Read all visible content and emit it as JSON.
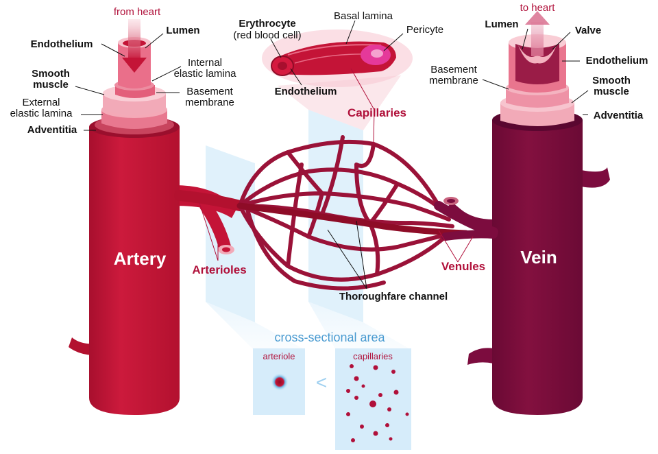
{
  "colors": {
    "artery": "#c41437",
    "artery_dark": "#8e0c27",
    "vein": "#7c0c3e",
    "vein_dark": "#5a0730",
    "capillary": "#9a1238",
    "pink_light": "#f6b8c3",
    "pink_mid": "#ec7f97",
    "panel": "#d6ecfa",
    "label_red": "#b0103a",
    "label_blue": "#4a9bd1"
  },
  "artery": {
    "name": "Artery",
    "flow": "from heart",
    "labels": {
      "endothelium": "Endothelium",
      "lumen": "Lumen",
      "internal_1": "Internal",
      "internal_2": "elastic lamina",
      "smooth_1": "Smooth",
      "smooth_2": "muscle",
      "basement_1": "Basement",
      "basement_2": "membrane",
      "external_1": "External",
      "external_2": "elastic lamina",
      "adventitia": "Adventitia"
    }
  },
  "capillary": {
    "erythrocyte": "Erythrocyte",
    "erythrocyte_sub": "(red blood cell)",
    "basal_lamina": "Basal lamina",
    "pericyte": "Pericyte",
    "endothelium": "Endothelium",
    "capillaries": "Capillaries"
  },
  "vein": {
    "name": "Vein",
    "flow": "to heart",
    "labels": {
      "lumen": "Lumen",
      "valve": "Valve",
      "endothelium": "Endothelium",
      "basement_1": "Basement",
      "basement_2": "membrane",
      "smooth_1": "Smooth",
      "smooth_2": "muscle",
      "adventitia": "Adventitia"
    }
  },
  "network": {
    "arterioles": "Arterioles",
    "venules": "Venules",
    "thoroughfare": "Thoroughfare channel"
  },
  "cross_section": {
    "title": "cross-sectional area",
    "left_label": "arteriole",
    "right_label": "capillaries",
    "comparator": "<"
  }
}
